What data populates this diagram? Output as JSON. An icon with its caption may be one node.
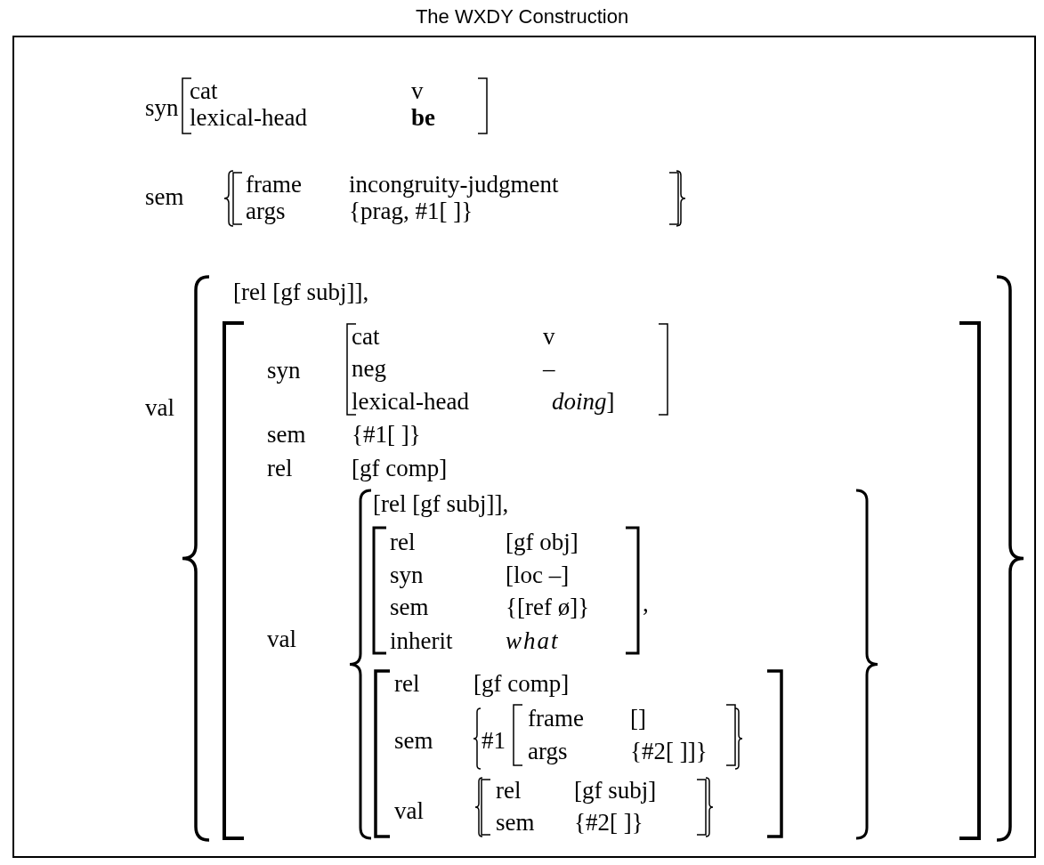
{
  "diagram": {
    "title": "The WXDY Construction",
    "labels": [
      "syn",
      "cat",
      "v",
      "lexical-head",
      "be",
      "sem",
      "frame",
      "incongruity-judgment",
      "args",
      "{prag, #1[ ]}",
      "val",
      "[rel [gf subj]],",
      "syn",
      "cat",
      "v",
      "neg",
      "–",
      "lexical-head",
      "*doing*]",
      "sem",
      "{#1[ ]}",
      "rel",
      "[gf comp]",
      "val",
      "[rel [gf subj]],",
      "rel",
      "[gf obj]",
      "syn",
      "[loc –]",
      "sem",
      "{[ref ø]}",
      "inherit",
      "what",
      ",",
      "rel",
      "[gf comp]",
      "sem",
      "#1",
      "frame",
      "[]",
      "args",
      "{#2[ ]]}",
      "val",
      "rel",
      "[gf subj]",
      "sem",
      "{#2[ ]}"
    ]
  }
}
